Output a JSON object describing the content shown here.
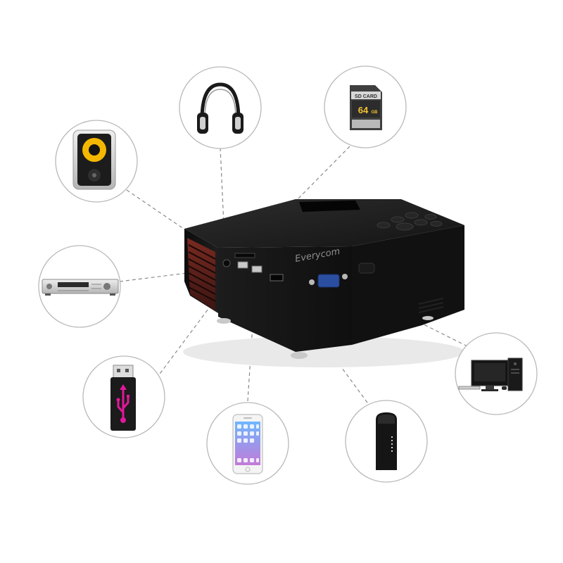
{
  "projector": {
    "brand": "Everycom"
  },
  "peripherals": [
    {
      "name": "speaker",
      "icon": "speaker-icon"
    },
    {
      "name": "headphones",
      "icon": "headphones-icon"
    },
    {
      "name": "sd-card",
      "icon": "sd-card-icon",
      "label_line1": "SD CARD",
      "label_line2": "64",
      "label_unit": "GB"
    },
    {
      "name": "av-receiver",
      "icon": "av-receiver-icon"
    },
    {
      "name": "usb-drive",
      "icon": "usb-drive-icon"
    },
    {
      "name": "smartphone",
      "icon": "smartphone-icon"
    },
    {
      "name": "tv-stick",
      "icon": "tv-stick-icon"
    },
    {
      "name": "desktop-computer",
      "icon": "desktop-computer-icon"
    }
  ],
  "colors": {
    "projector_body": "#151515",
    "circle_border": "#b9b9b9",
    "connector_line": "#888888",
    "usb_accent": "#e0189a",
    "speaker_cone": "#f5b800"
  }
}
